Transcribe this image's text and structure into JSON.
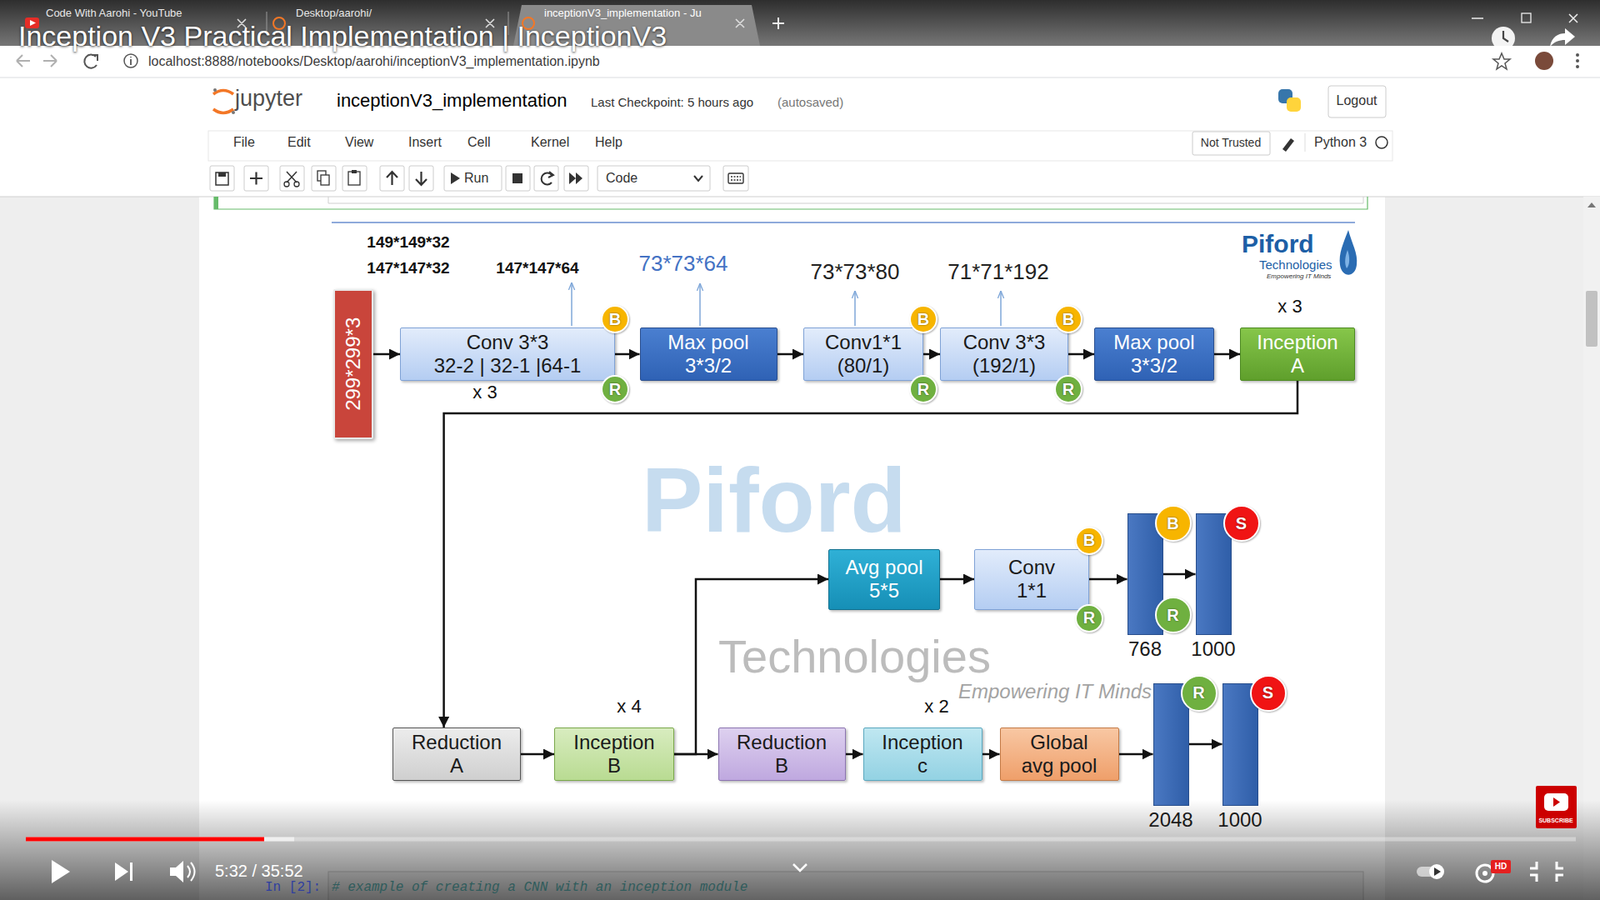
{
  "diagram": {
    "title": "Inception V3 Practical Implementation | InceptionV3",
    "nodes": [
      {
        "text": [
          "299*299*3"
        ]
      },
      {
        "text": [
          "Conv 3*3",
          "32-2 | 32-1 |64-1"
        ]
      },
      {
        "text": [
          "B"
        ]
      },
      {
        "text": [
          "R"
        ]
      },
      {
        "text": [
          "Max pool",
          "3*3/2"
        ]
      },
      {
        "text": [
          "Conv1*1",
          "(80/1)"
        ]
      },
      {
        "text": [
          "B"
        ]
      },
      {
        "text": [
          "R"
        ]
      },
      {
        "text": [
          "Conv 3*3",
          "(192/1)"
        ]
      },
      {
        "text": [
          "B"
        ]
      },
      {
        "text": [
          "R"
        ]
      },
      {
        "text": [
          "Max pool",
          "3*3/2"
        ]
      },
      {
        "text": [
          "Inception",
          "A"
        ]
      },
      {
        "text": [
          "Avg pool",
          "5*5"
        ]
      },
      {
        "text": [
          "Conv",
          "1*1"
        ]
      },
      {
        "text": [
          "B"
        ]
      },
      {
        "text": [
          "R"
        ]
      },
      {
        "text": [
          "768"
        ]
      },
      {
        "text": [
          "B"
        ]
      },
      {
        "text": [
          "R"
        ]
      },
      {
        "text": [
          "1000"
        ]
      },
      {
        "text": [
          "S"
        ]
      },
      {
        "text": [
          "Reduction",
          "A"
        ]
      },
      {
        "text": [
          "Inception",
          "B"
        ]
      },
      {
        "text": [
          "Reduction",
          "B"
        ]
      },
      {
        "text": [
          "Inception",
          "c"
        ]
      },
      {
        "text": [
          "Global",
          "avg pool"
        ]
      },
      {
        "text": [
          "2048"
        ]
      },
      {
        "text": [
          "R"
        ]
      },
      {
        "text": [
          "1000"
        ]
      },
      {
        "text": [
          "S"
        ]
      }
    ],
    "edges": [
      {
        "from": 0,
        "to": 1,
        "arrow": "to"
      },
      {
        "from": 1,
        "to": 4,
        "arrow": "to"
      },
      {
        "from": 4,
        "to": 5,
        "arrow": "to"
      },
      {
        "from": 5,
        "to": 8,
        "arrow": "to"
      },
      {
        "from": 8,
        "to": 11,
        "arrow": "to"
      },
      {
        "from": 11,
        "to": 12,
        "arrow": "to"
      },
      {
        "from": 12,
        "to": 22,
        "arrow": "to"
      },
      {
        "from": 22,
        "to": 23,
        "arrow": "to"
      },
      {
        "from": 23,
        "to": 24,
        "arrow": "to"
      },
      {
        "from": 23,
        "to": 13,
        "arrow": "to"
      },
      {
        "from": 13,
        "to": 14,
        "arrow": "to"
      },
      {
        "from": 14,
        "to": 17,
        "arrow": "to"
      },
      {
        "from": 17,
        "to": 20,
        "arrow": "to"
      },
      {
        "from": 24,
        "to": 25,
        "arrow": "to"
      },
      {
        "from": 25,
        "to": 26,
        "arrow": "to"
      },
      {
        "from": 26,
        "to": 27,
        "arrow": "to"
      },
      {
        "from": 27,
        "to": 29,
        "arrow": "to"
      }
    ],
    "labels": [
      "Code With Aarohi - YouTube",
      "Desktop/aarohi/",
      "inceptionV3_implementation - Ju",
      "localhost:8888/notebooks/Desktop/aarohi/inceptionV3_implementation.ipynb",
      "jupyter",
      "inceptionV3_implementation",
      "Last Checkpoint: 5 hours ago",
      "(autosaved)",
      "Logout",
      "File",
      "Edit",
      "View",
      "Insert",
      "Cell",
      "Kernel",
      "Help",
      "Not Trusted",
      "Python 3",
      "Run",
      "Code",
      "149*149*32",
      "147*147*32",
      "147*147*64",
      "73*73*64",
      "73*73*80",
      "71*71*192",
      "x 3",
      "x 3",
      "Piford",
      "Technologies",
      "Empowering IT Minds",
      "Piford",
      "Technologies",
      "Empowering IT Minds",
      "x 4",
      "x 2",
      "5:32 / 35:52",
      "HD",
      "SUBSCRIBE",
      "In [2]:",
      "# example of creating a CNN with an inception module"
    ]
  }
}
